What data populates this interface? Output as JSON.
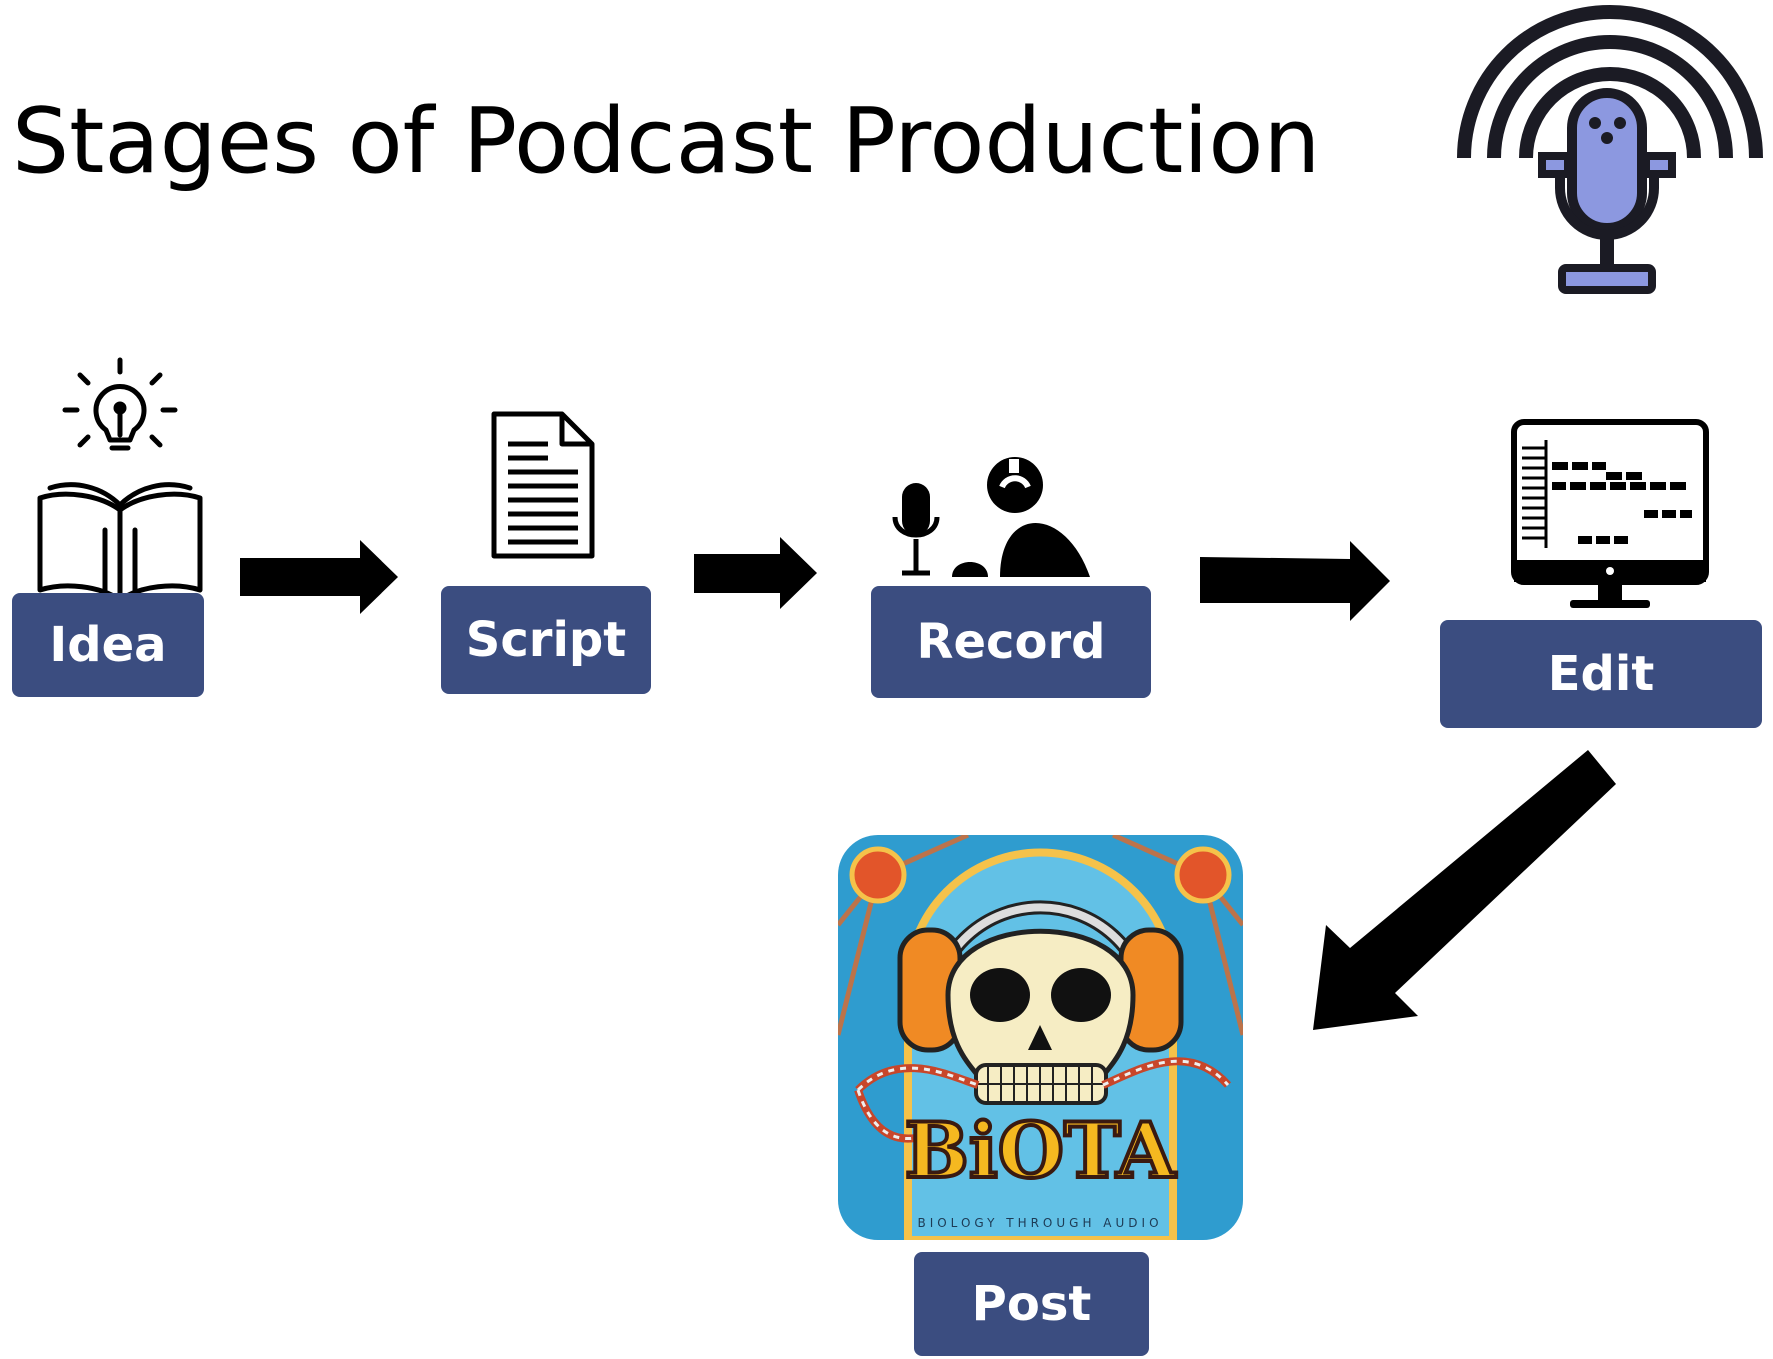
{
  "title": "Stages of Podcast Production",
  "stages": {
    "idea": "Idea",
    "script": "Script",
    "record": "Record",
    "edit": "Edit",
    "post": "Post"
  },
  "artwork": {
    "logo_text": "BiOTA",
    "tagline": "BIOLOGY THROUGH AUDIO"
  },
  "colors": {
    "stage_box": "#3b4d80",
    "arrow": "#000000",
    "mic_accent": "#8c98e0"
  }
}
